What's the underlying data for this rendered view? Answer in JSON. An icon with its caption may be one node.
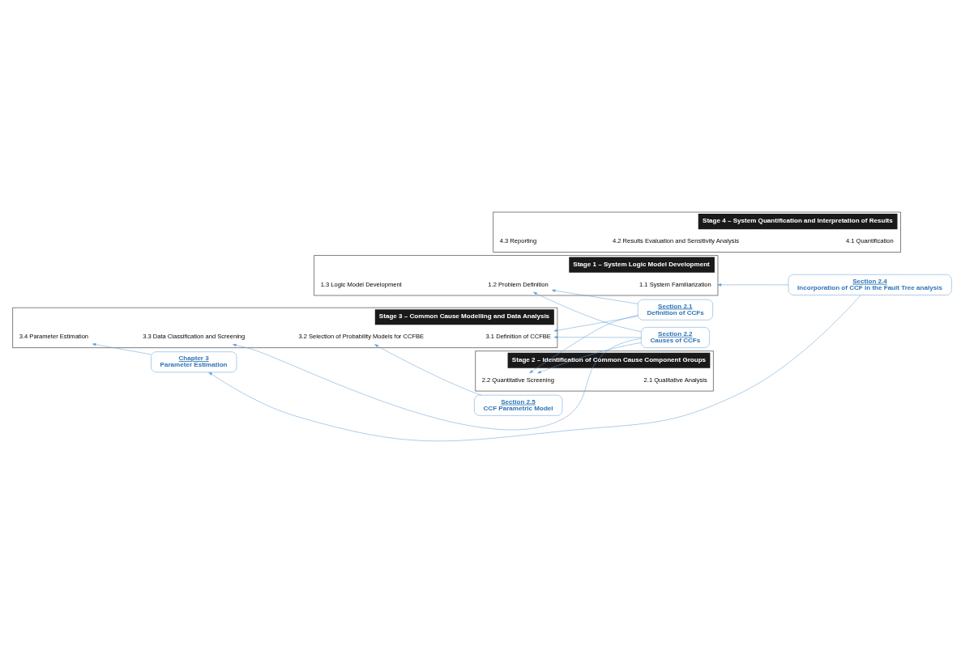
{
  "diagram": {
    "nodes": [
      {
        "text": [
          "Stage 1 – System Logic Model Development"
        ]
      },
      {
        "text": [
          "1.1 System Familiarization"
        ],
        "in": 0
      },
      {
        "text": [
          "1.2 Problem Definition"
        ],
        "in": 0
      },
      {
        "text": [
          "1.3 Logic Model Development"
        ],
        "in": 0
      },
      {
        "text": [
          "Stage 2 – Identification of Common Cause Component Groups"
        ]
      },
      {
        "text": [
          "2.1 Qualitative Analysis"
        ],
        "in": 4
      },
      {
        "text": [
          "2.2 Quantitative Screening"
        ],
        "in": 4
      },
      {
        "text": [
          "Stage 3 – Common Cause Modelling and Data Analysis"
        ]
      },
      {
        "text": [
          "3.1 Definition of CCFBE"
        ],
        "in": 7
      },
      {
        "text": [
          "3.2 Selection of Probability Models for CCFBE"
        ],
        "in": 7
      },
      {
        "text": [
          "3.3 Data Classification and Screening"
        ],
        "in": 7
      },
      {
        "text": [
          "3.4 Parameter Estimation"
        ],
        "in": 7
      },
      {
        "text": [
          "Stage 4 – System Quantification and Interpretation of Results"
        ]
      },
      {
        "text": [
          "4.1 Quantification"
        ],
        "in": 12
      },
      {
        "text": [
          "4.2 Results Evaluation and Sensitivity Analysis"
        ],
        "in": 12
      },
      {
        "text": [
          "4.3 Reporting"
        ],
        "in": 12
      },
      {
        "text": [
          "Section 2.4",
          "Incorporation of CCF in the Fault Tree analysis"
        ]
      },
      {
        "text": [
          "Section 2.1",
          "Definition of CCFs"
        ]
      },
      {
        "text": [
          "Section 2.2",
          "Causes of CCFs"
        ]
      },
      {
        "text": [
          "Section 2.5",
          "CCF Parametric Model"
        ]
      },
      {
        "text": [
          "Chapter 3",
          "Parameter Estimation"
        ]
      }
    ],
    "edges": [
      {
        "from": 16,
        "to": 0,
        "arrow": "to"
      },
      {
        "from": 16,
        "to": 20,
        "arrow": "to"
      },
      {
        "from": 17,
        "to": 2,
        "arrow": "to"
      },
      {
        "from": 18,
        "to": 2,
        "arrow": "to"
      },
      {
        "from": 17,
        "to": 6,
        "arrow": "to"
      },
      {
        "from": 18,
        "to": 6,
        "arrow": "to"
      },
      {
        "from": 17,
        "to": 8,
        "arrow": "to"
      },
      {
        "from": 18,
        "to": 8,
        "arrow": "to"
      },
      {
        "from": 18,
        "to": 10,
        "arrow": "to"
      },
      {
        "from": 19,
        "to": 9,
        "arrow": "to"
      },
      {
        "from": 20,
        "to": 11,
        "arrow": "to"
      }
    ]
  }
}
